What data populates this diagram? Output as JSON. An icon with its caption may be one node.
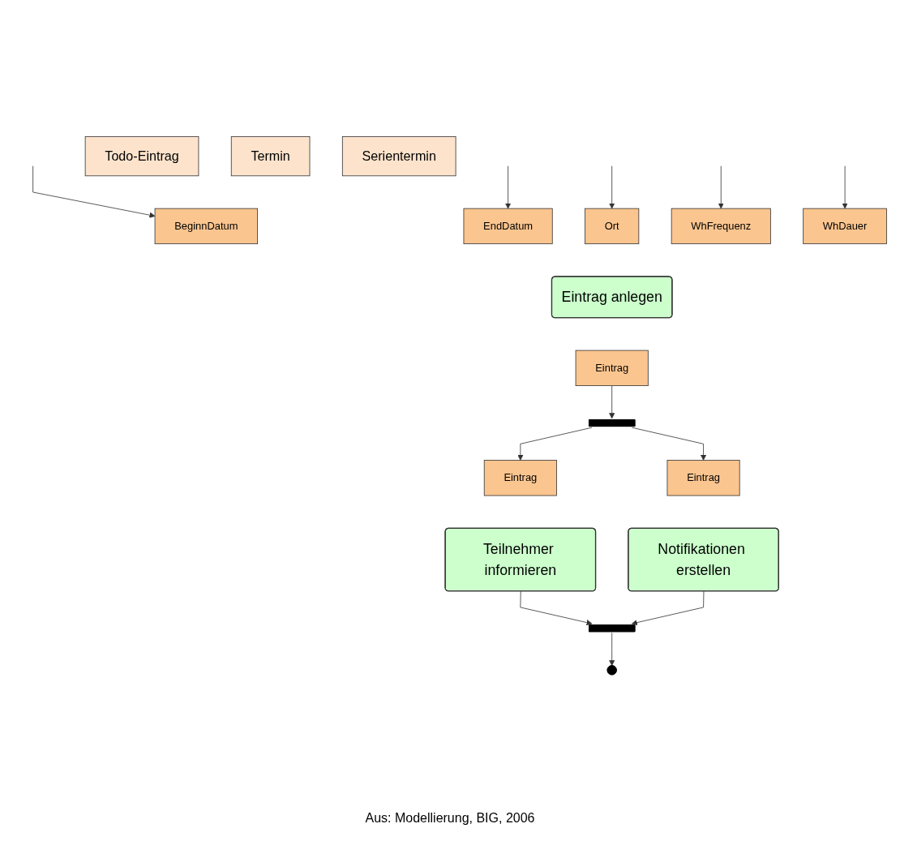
{
  "diagram": {
    "caption": "Aus: Modellierung, BIG, 2006",
    "nodes": [
      {
        "text": [
          "Todo-Eintrag"
        ]
      },
      {
        "text": [
          "Termin"
        ]
      },
      {
        "text": [
          "Serientermin"
        ]
      },
      {
        "text": [
          "BeginnDatum"
        ]
      },
      {
        "text": [
          "EndDatum"
        ]
      },
      {
        "text": [
          "Ort"
        ]
      },
      {
        "text": [
          "WhFrequenz"
        ]
      },
      {
        "text": [
          "WhDauer"
        ]
      },
      {
        "text": [
          "Eintrag anlegen"
        ]
      },
      {
        "text": [
          "Eintrag"
        ]
      },
      {
        "text": [],
        "shape": "bar"
      },
      {
        "text": [
          "Eintrag"
        ]
      },
      {
        "text": [
          "Eintrag"
        ]
      },
      {
        "text": [
          "Teilnehmer informieren"
        ]
      },
      {
        "text": [
          "Notifikationen erstellen"
        ]
      },
      {
        "text": [],
        "shape": "bar"
      },
      {
        "text": [],
        "shape": "circle"
      }
    ],
    "edges": [
      {
        "from": null,
        "to": 3,
        "arrow": "to"
      },
      {
        "from": null,
        "to": 4,
        "arrow": "to"
      },
      {
        "from": null,
        "to": 5,
        "arrow": "to"
      },
      {
        "from": null,
        "to": 6,
        "arrow": "to"
      },
      {
        "from": null,
        "to": 7,
        "arrow": "to"
      },
      {
        "from": 9,
        "to": 10,
        "arrow": "to"
      },
      {
        "from": 10,
        "to": 11,
        "arrow": "to"
      },
      {
        "from": 10,
        "to": 12,
        "arrow": "to"
      },
      {
        "from": 13,
        "to": 15,
        "arrow": "to"
      },
      {
        "from": 14,
        "to": 15,
        "arrow": "to"
      },
      {
        "from": 15,
        "to": 16,
        "arrow": "to"
      }
    ]
  }
}
